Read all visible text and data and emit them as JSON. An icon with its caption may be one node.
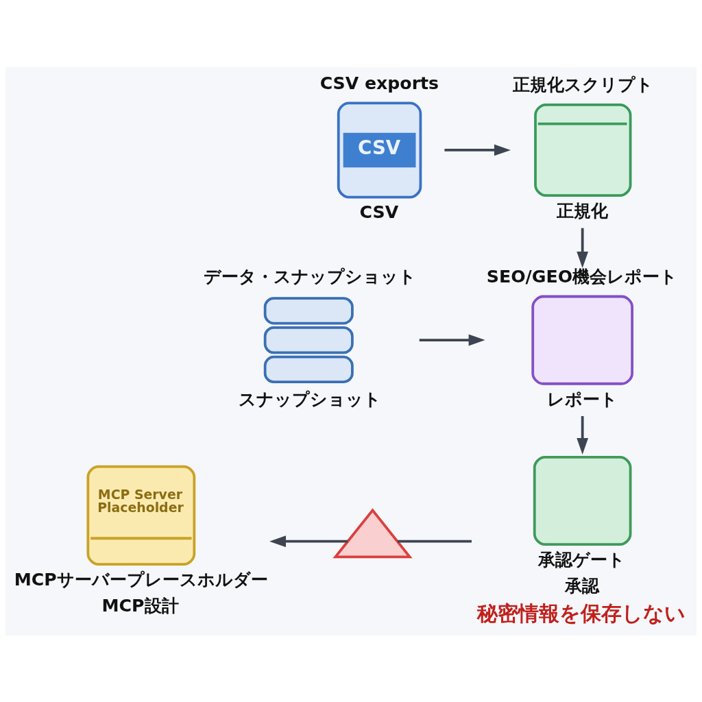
{
  "diagram": {
    "nodes": [
      {
        "text": [
          "CSV exports",
          "CSV",
          "CSV"
        ]
      },
      {
        "text": [
          "正規化スクリプト",
          "正規化"
        ]
      },
      {
        "text": [
          "データ・スナップショット",
          "スナップショット"
        ]
      },
      {
        "text": [
          "SEO/GEO機会レポート",
          "レポート"
        ]
      },
      {
        "text": [
          "承認ゲート",
          "承認"
        ],
        "beside": [
          "秘密情報を保存しない"
        ]
      },
      {
        "text": [],
        "shape": "triangle"
      },
      {
        "text": [
          "MCP Server Placeholder",
          "MCPサーバープレースホルダー",
          "MCP設計"
        ]
      }
    ],
    "edges": [
      {
        "from": 0,
        "to": 1,
        "arrow": "to"
      },
      {
        "from": 1,
        "to": 3,
        "arrow": "to"
      },
      {
        "from": 2,
        "to": 3,
        "arrow": "to"
      },
      {
        "from": 3,
        "to": 4,
        "arrow": "to"
      },
      {
        "from": 4,
        "to": 5,
        "arrow": "none"
      },
      {
        "from": 5,
        "to": 6,
        "arrow": "to"
      }
    ]
  }
}
